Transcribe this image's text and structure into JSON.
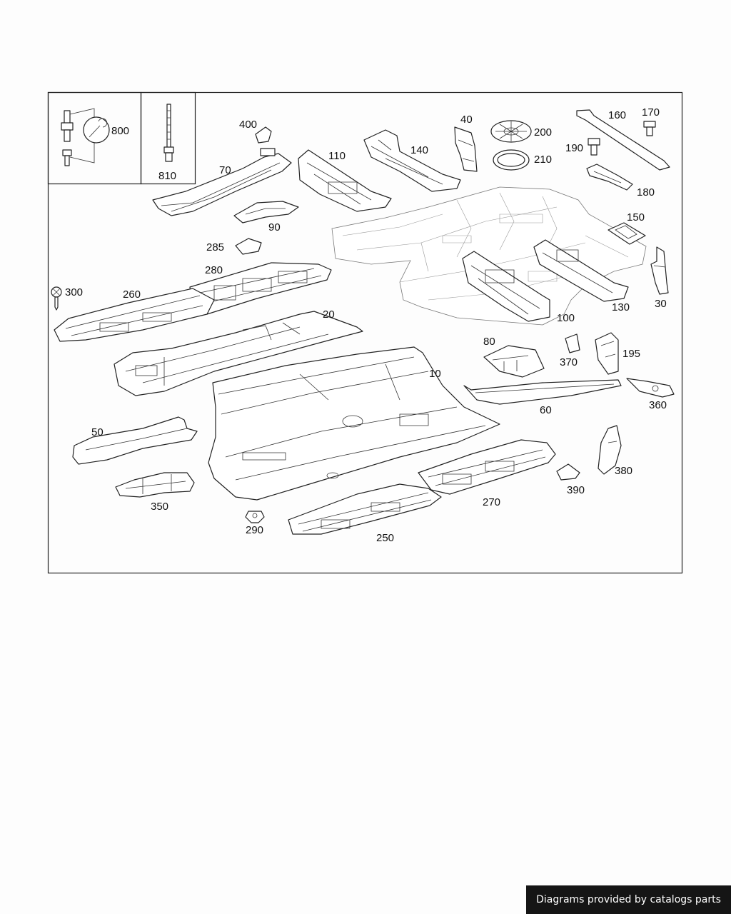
{
  "parts": [
    {
      "id": "p800",
      "label": "800"
    },
    {
      "id": "p810",
      "label": "810"
    },
    {
      "id": "p400",
      "label": "400"
    },
    {
      "id": "p70",
      "label": "70"
    },
    {
      "id": "p110",
      "label": "110"
    },
    {
      "id": "p140",
      "label": "140"
    },
    {
      "id": "p40",
      "label": "40"
    },
    {
      "id": "p200",
      "label": "200"
    },
    {
      "id": "p210",
      "label": "210"
    },
    {
      "id": "p160",
      "label": "160"
    },
    {
      "id": "p170",
      "label": "170"
    },
    {
      "id": "p190",
      "label": "190"
    },
    {
      "id": "p180",
      "label": "180"
    },
    {
      "id": "p90",
      "label": "90"
    },
    {
      "id": "p150",
      "label": "150"
    },
    {
      "id": "p285",
      "label": "285"
    },
    {
      "id": "p280",
      "label": "280"
    },
    {
      "id": "p300",
      "label": "300"
    },
    {
      "id": "p260",
      "label": "260"
    },
    {
      "id": "p20",
      "label": "20"
    },
    {
      "id": "p30",
      "label": "30"
    },
    {
      "id": "p100",
      "label": "100"
    },
    {
      "id": "p130",
      "label": "130"
    },
    {
      "id": "p80",
      "label": "80"
    },
    {
      "id": "p370",
      "label": "370"
    },
    {
      "id": "p195",
      "label": "195"
    },
    {
      "id": "p10",
      "label": "10"
    },
    {
      "id": "p60",
      "label": "60"
    },
    {
      "id": "p360",
      "label": "360"
    },
    {
      "id": "p50",
      "label": "50"
    },
    {
      "id": "p380",
      "label": "380"
    },
    {
      "id": "p390",
      "label": "390"
    },
    {
      "id": "p350",
      "label": "350"
    },
    {
      "id": "p270",
      "label": "270"
    },
    {
      "id": "p290",
      "label": "290"
    },
    {
      "id": "p250",
      "label": "250"
    }
  ],
  "footer": {
    "text": "Diagrams provided by catalogs parts"
  }
}
